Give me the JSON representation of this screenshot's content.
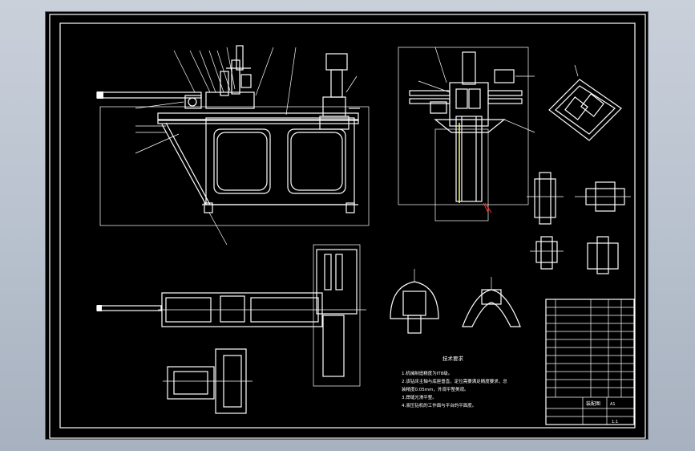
{
  "drawing": {
    "colors": {
      "background": "#000000",
      "lines": "#ffffff",
      "highlight_yellow": "#ffff66",
      "highlight_red": "#ff3333",
      "viewer_bg": "#b9c2ce"
    },
    "notes": {
      "heading": "技术要求",
      "items": [
        "1.机械制造精度为IT8级。",
        "2.该钻床主轴与底座垂直，定位需要满足精度要求，总",
        "  装精度0.05mm，外观平整美观。",
        "3.焊缝光滑平整。",
        "4.液压钻机的工作面与平台的平面度。"
      ]
    },
    "title_block": {
      "drawing_name": "装配图",
      "scale_label": "1:1",
      "sheet_label": "A1"
    }
  }
}
